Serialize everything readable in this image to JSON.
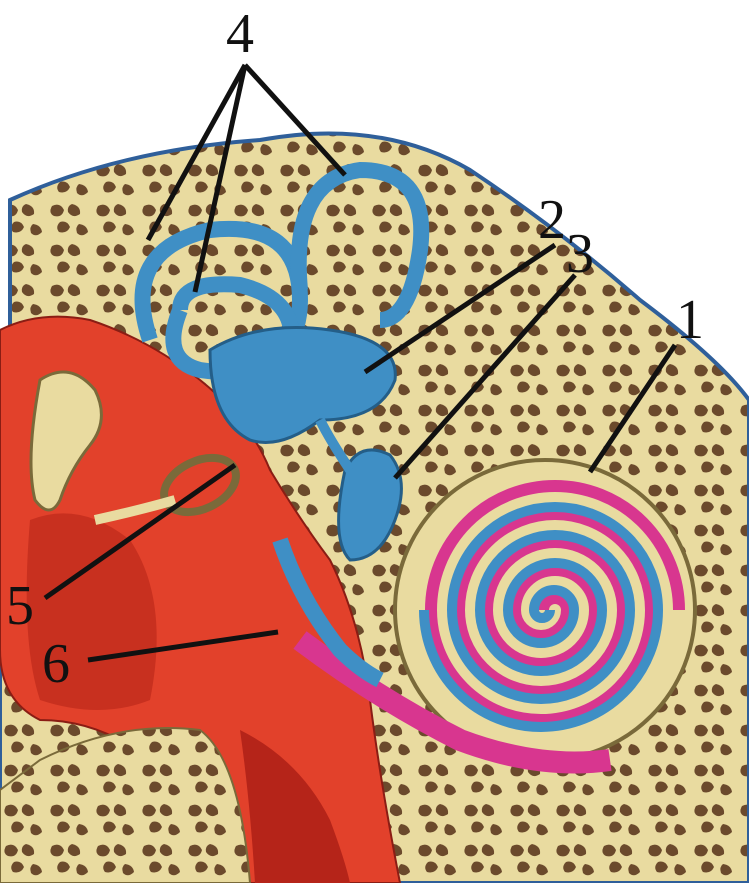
{
  "labels": {
    "one": "1",
    "two": "2",
    "three": "3",
    "four": "4",
    "five": "5",
    "six": "6"
  },
  "colors": {
    "background": "#ffffff",
    "bone": "#e9dba0",
    "bone_pore": "#6b4a2c",
    "bone_outline": "#7a6a3a",
    "blue_labyrinth": "#3f8fc5",
    "blue_light": "#8fc3e6",
    "red_tissue": "#e2412b",
    "dark_red": "#b52419",
    "magenta": "#d8368f",
    "skin_outline": "#2f5f9a",
    "leader_line": "#111111"
  }
}
